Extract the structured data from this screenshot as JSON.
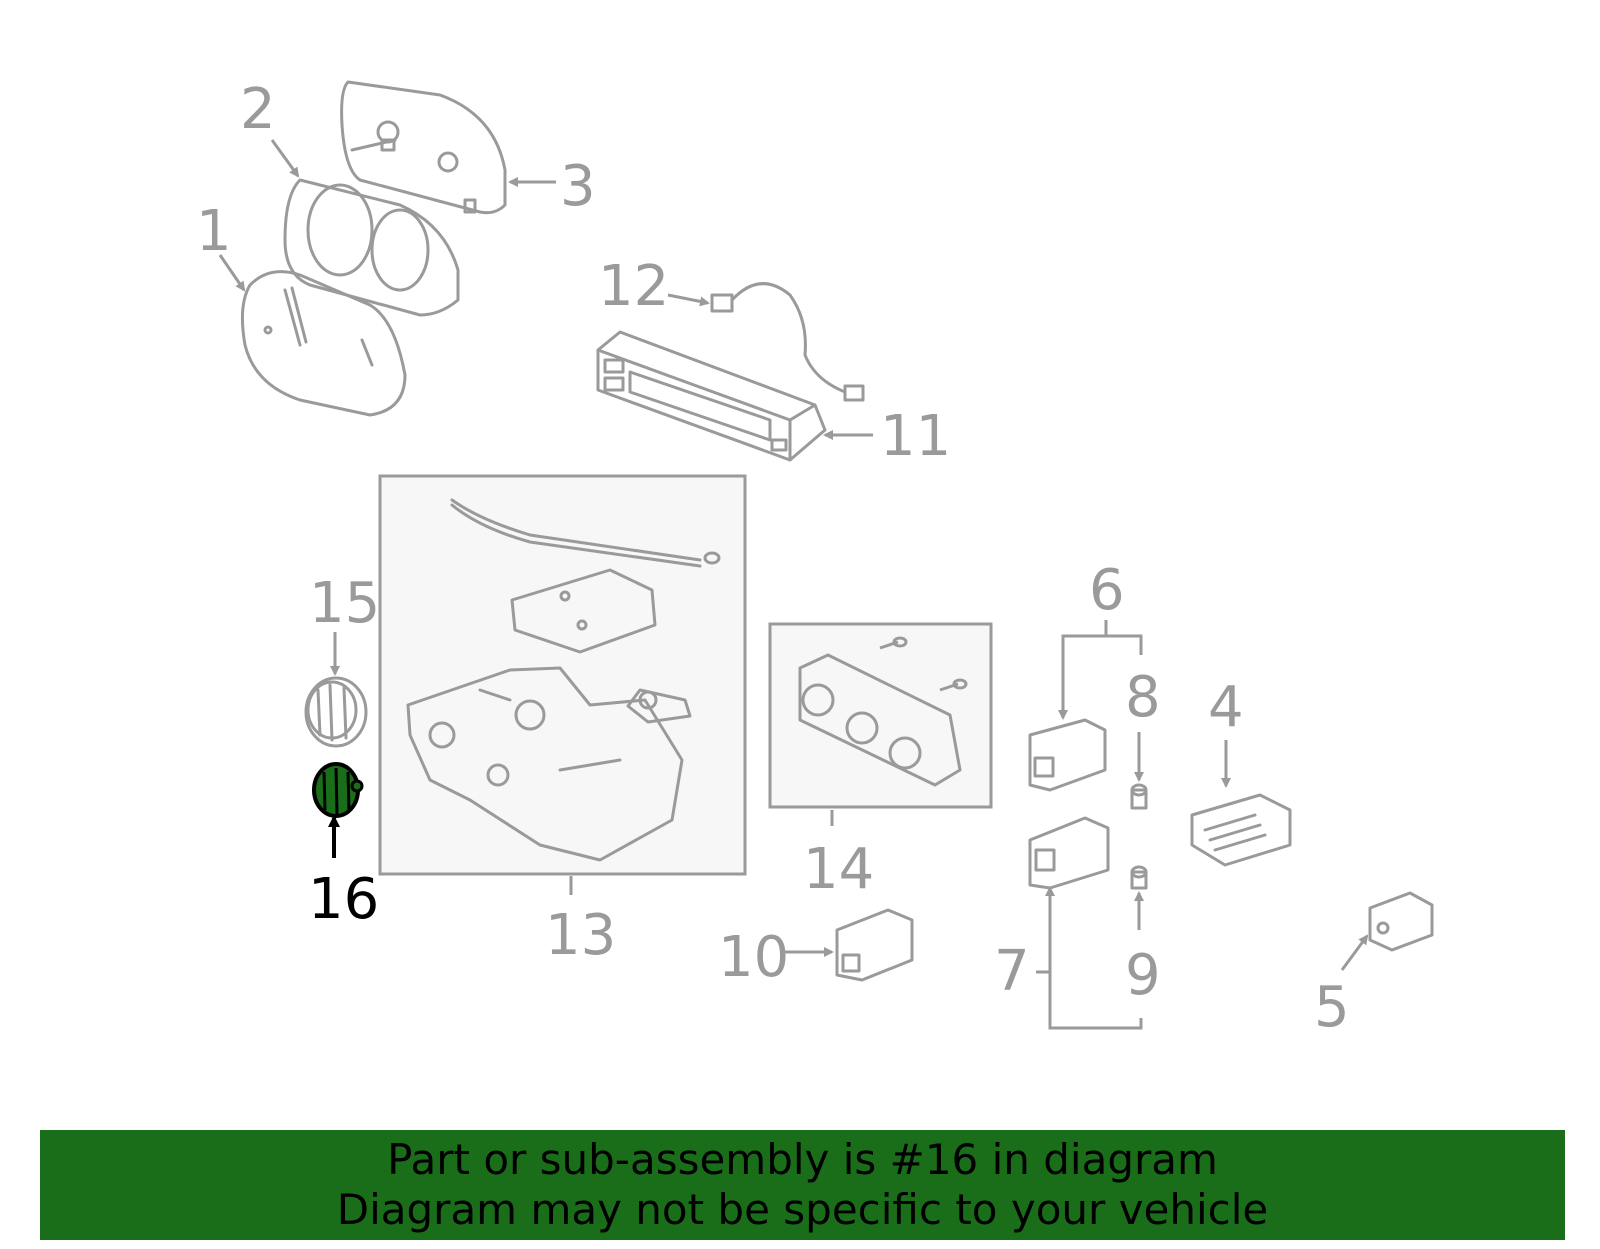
{
  "colors": {
    "line": "#9a9a9a",
    "highlight_fill": "#1a6e1a",
    "highlight_stroke": "#000000",
    "banner_bg": "#1a6e1a",
    "banner_text": "#000000"
  },
  "callouts": [
    {
      "id": "1",
      "label": "1"
    },
    {
      "id": "2",
      "label": "2"
    },
    {
      "id": "3",
      "label": "3"
    },
    {
      "id": "4",
      "label": "4"
    },
    {
      "id": "5",
      "label": "5"
    },
    {
      "id": "6",
      "label": "6"
    },
    {
      "id": "7",
      "label": "7"
    },
    {
      "id": "8",
      "label": "8"
    },
    {
      "id": "9",
      "label": "9"
    },
    {
      "id": "10",
      "label": "10"
    },
    {
      "id": "11",
      "label": "11"
    },
    {
      "id": "12",
      "label": "12"
    },
    {
      "id": "13",
      "label": "13"
    },
    {
      "id": "14",
      "label": "14"
    },
    {
      "id": "15",
      "label": "15"
    },
    {
      "id": "16",
      "label": "16",
      "highlighted": true
    }
  ],
  "banner": {
    "line1": "Part or sub-assembly is #16 in diagram",
    "line2": "Diagram may not be specific to your vehicle"
  }
}
